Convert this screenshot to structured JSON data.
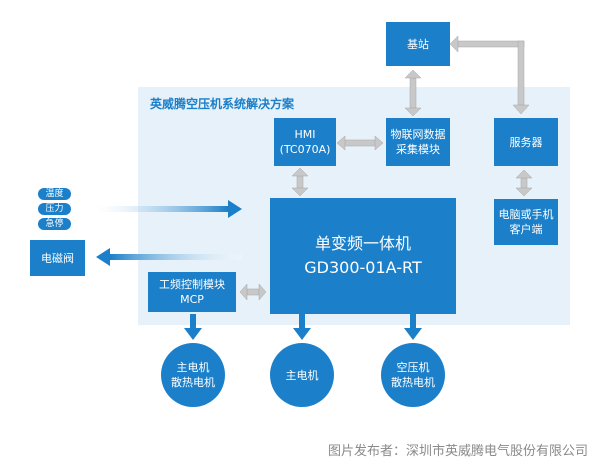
{
  "title": "英威腾空压机系统解决方案",
  "base_station": [
    "基站"
  ],
  "hmi": [
    "HMI",
    "(TC070A)"
  ],
  "iot_module": [
    "物联网数据",
    "采集模块"
  ],
  "server": [
    "服务器"
  ],
  "client": [
    "电脑或手机",
    "客户端"
  ],
  "main_unit": [
    "单变频一体机",
    "GD300-01A-RT"
  ],
  "mcp": [
    "工频控制模块",
    "MCP"
  ],
  "sensors": [
    "温度",
    "压力",
    "急停"
  ],
  "solenoid": "电磁阀",
  "motors": [
    [
      "主电机",
      "散热电机"
    ],
    [
      "主电机"
    ],
    [
      "空压机",
      "散热电机"
    ]
  ],
  "caption": "图片发布者：深圳市英威腾电气股份有限公司",
  "colors": {
    "primary": "#1b7fc9",
    "panel": "#e6f1f9",
    "connector": "#b9b9b9"
  }
}
